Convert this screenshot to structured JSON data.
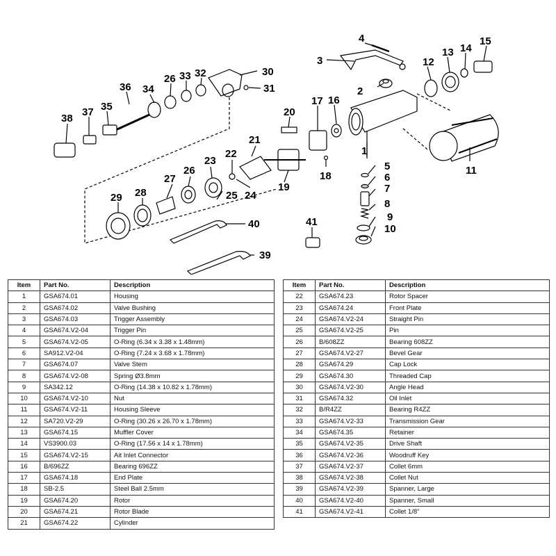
{
  "callouts": [
    "1",
    "2",
    "3",
    "4",
    "5",
    "6",
    "7",
    "8",
    "9",
    "10",
    "11",
    "12",
    "13",
    "14",
    "15",
    "16",
    "17",
    "18",
    "19",
    "20",
    "21",
    "22",
    "23",
    "24",
    "25",
    "26",
    "26",
    "27",
    "28",
    "29",
    "30",
    "31",
    "32",
    "33",
    "34",
    "35",
    "36",
    "37",
    "38",
    "39",
    "40",
    "41"
  ],
  "table_headers": {
    "item": "Item",
    "part_no": "Part No.",
    "description": "Description"
  },
  "parts_left": [
    {
      "item": "1",
      "part_no": "GSA674.01",
      "description": "Housing"
    },
    {
      "item": "2",
      "part_no": "GSA674.02",
      "description": "Valve Bushing"
    },
    {
      "item": "3",
      "part_no": "GSA674.03",
      "description": "Trigger Assembly"
    },
    {
      "item": "4",
      "part_no": "GSA674.V2-04",
      "description": "Trigger Pin"
    },
    {
      "item": "5",
      "part_no": "GSA674.V2-05",
      "description": "O-Ring (6.34 x 3.38 x 1.48mm)"
    },
    {
      "item": "6",
      "part_no": "SA912.V2-04",
      "description": "O-Ring (7.24 x 3.68 x 1.78mm)"
    },
    {
      "item": "7",
      "part_no": "GSA674.07",
      "description": "Valve Stem"
    },
    {
      "item": "8",
      "part_no": "GSA674.V2-08",
      "description": "Spring Ø3.8mm"
    },
    {
      "item": "9",
      "part_no": "SA342.12",
      "description": "O-Ring (14.38 x 10.82 x 1.78mm)"
    },
    {
      "item": "10",
      "part_no": "GSA674.V2-10",
      "description": "Nut"
    },
    {
      "item": "11",
      "part_no": "GSA674.V2-11",
      "description": "Housing Sleeve"
    },
    {
      "item": "12",
      "part_no": "SA720.V2-29",
      "description": "O-Ring (30.26 x 26.70 x 1.78mm)"
    },
    {
      "item": "13",
      "part_no": "GSA674.15",
      "description": "Muffler Cover"
    },
    {
      "item": "14",
      "part_no": "VS3900.03",
      "description": "O-Ring (17.56 x 14 x 1.78mm)"
    },
    {
      "item": "15",
      "part_no": "GSA674.V2-15",
      "description": "Ait Inlet Connector"
    },
    {
      "item": "16",
      "part_no": "B/696ZZ",
      "description": "Bearing 696ZZ"
    },
    {
      "item": "17",
      "part_no": "GSA674.18",
      "description": "End Plate"
    },
    {
      "item": "18",
      "part_no": "SB-2.5",
      "description": "Steel Ball 2.5mm"
    },
    {
      "item": "19",
      "part_no": "GSA674.20",
      "description": "Rotor"
    },
    {
      "item": "20",
      "part_no": "GSA674.21",
      "description": "Rotor Blade"
    },
    {
      "item": "21",
      "part_no": "GSA674.22",
      "description": "Cylinder"
    }
  ],
  "parts_right": [
    {
      "item": "22",
      "part_no": "GSA674.23",
      "description": "Rotor Spacer"
    },
    {
      "item": "23",
      "part_no": "GSA674.24",
      "description": "Front Plate"
    },
    {
      "item": "24",
      "part_no": "GSA674.V2-24",
      "description": "Straight Pin"
    },
    {
      "item": "25",
      "part_no": "GSA674.V2-25",
      "description": "Pin"
    },
    {
      "item": "26",
      "part_no": "B/608ZZ",
      "description": "Bearing 608ZZ"
    },
    {
      "item": "27",
      "part_no": "GSA674.V2-27",
      "description": "Bevel Gear"
    },
    {
      "item": "28",
      "part_no": "GSA674.29",
      "description": "Cap Lock"
    },
    {
      "item": "29",
      "part_no": "GSA674.30",
      "description": "Threaded Cap"
    },
    {
      "item": "30",
      "part_no": "GSA674.V2-30",
      "description": "Angle Head"
    },
    {
      "item": "31",
      "part_no": "GSA674.32",
      "description": "Oil Inlet"
    },
    {
      "item": "32",
      "part_no": "B/R4ZZ",
      "description": "Bearing R4ZZ"
    },
    {
      "item": "33",
      "part_no": "GSA674.V2-33",
      "description": "Transmission Gear"
    },
    {
      "item": "34",
      "part_no": "GSA674.35",
      "description": "Retainer"
    },
    {
      "item": "35",
      "part_no": "GSA674.V2-35",
      "description": "Drive Shaft"
    },
    {
      "item": "36",
      "part_no": "GSA674.V2-36",
      "description": "Woodruff Key"
    },
    {
      "item": "37",
      "part_no": "GSA674.V2-37",
      "description": "Collet 6mm"
    },
    {
      "item": "38",
      "part_no": "GSA674.V2-38",
      "description": "Collet Nut"
    },
    {
      "item": "39",
      "part_no": "GSA674.V2-39",
      "description": "Spanner, Large"
    },
    {
      "item": "40",
      "part_no": "GSA674.V2-40",
      "description": "Spanner, Small"
    },
    {
      "item": "41",
      "part_no": "GSA674.V2-41",
      "description": "Collet 1/8\""
    }
  ]
}
